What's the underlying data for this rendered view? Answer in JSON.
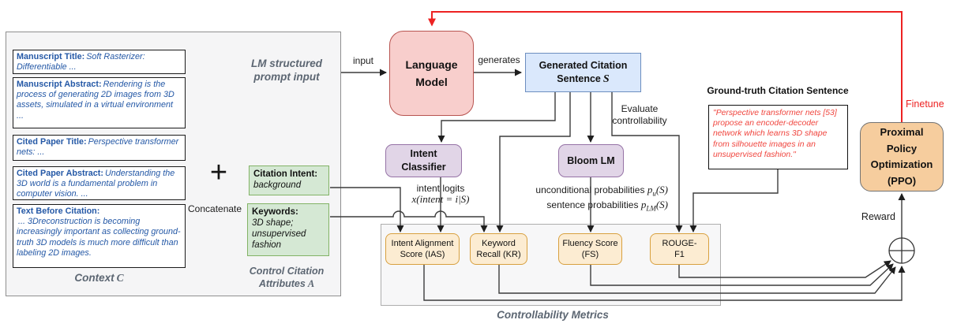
{
  "context_panel": {
    "title": "LM structured prompt input",
    "context_label": "Context",
    "context_symbol": "C",
    "plus_symbol": "+",
    "concatenate_label": "Concatenate",
    "attributes_label": "Control Citation Attributes",
    "attributes_symbol": "A",
    "items": [
      {
        "label": "Manuscript Title:",
        "text": "Soft Rasterizer: Differentiable ..."
      },
      {
        "label": "Manuscript Abstract:",
        "text": "Rendering is the process of generating 2D images from 3D assets, simulated in a virtual environment ..."
      },
      {
        "label": "Cited Paper Title:",
        "text": "Perspective transformer nets: ..."
      },
      {
        "label": "Cited Paper Abstract:",
        "text": "Understanding the 3D world is a fundamental problem in computer vision. ..."
      },
      {
        "label": "Text Before Citation:",
        "text": "... 3Dreconstruction is becoming increasingly important as collecting ground-truth 3D models is much more difficult than labeling 2D images."
      }
    ],
    "attributes": [
      {
        "label": "Citation Intent:",
        "text": "background"
      },
      {
        "label": "Keywords:",
        "text": "3D shape; unsupervised fashion"
      }
    ]
  },
  "nodes": {
    "language_model": "Language Model",
    "generated_citation": {
      "label": "Generated Citation Sentence",
      "symbol": "S"
    },
    "intent_classifier": "Intent Classifier",
    "bloom_lm": "Bloom LM",
    "ppo": "Proximal Policy Optimization (PPO)"
  },
  "edge_labels": {
    "input": "input",
    "generates": "generates",
    "evaluate": "Evaluate controllability",
    "intent_logits": "intent logits",
    "intent_logits_math": "x(intent = i|S)",
    "uncond_prob": "unconditional probabilities",
    "uncond_math": {
      "base": "p",
      "sub": "u",
      "arg": "(S)"
    },
    "sent_prob": "sentence probabilities",
    "sent_math": {
      "base": "p",
      "sub": "LM",
      "arg": "(S)"
    },
    "finetune": "Finetune",
    "reward": "Reward"
  },
  "ground_truth": {
    "title": "Ground-truth Citation Sentence",
    "text": "\"Perspective transformer nets [53] propose an encoder-decoder network which learns 3D shape from silhouette images in an unsupervised fashion.\""
  },
  "metrics": {
    "panel_label": "Controllability Metrics",
    "items": [
      "Intent Alignment Score (IAS)",
      "Keyword Recall (KR)",
      "Fluency Score (FS)",
      "ROUGE-F1"
    ]
  },
  "colors": {
    "feedback_red": "#ed2222",
    "context_text_blue": "#2458a6",
    "ground_truth_red": "#f0453e",
    "label_gray": "#5c6672",
    "lm_fill": "#f8cecc",
    "citation_fill": "#dae8fc",
    "classifier_fill": "#e1d5e7",
    "attribute_fill": "#d5e8d4",
    "metric_fill": "#fcecd2",
    "ppo_fill": "#f6cd9e"
  }
}
